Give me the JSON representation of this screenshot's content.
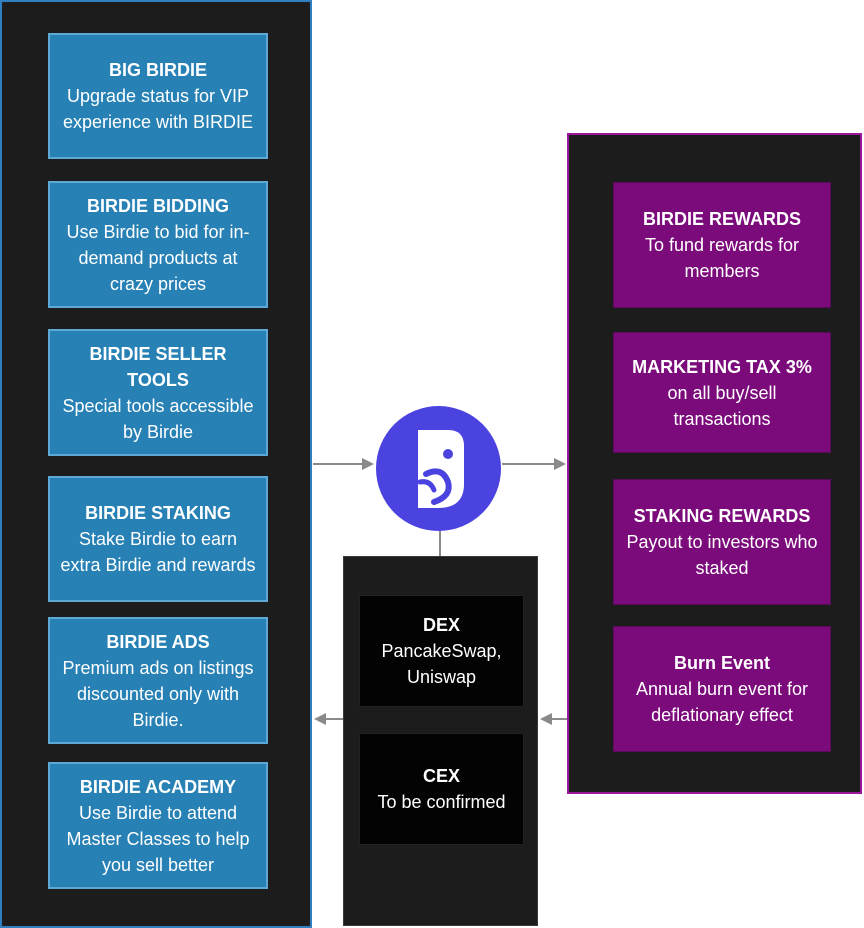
{
  "use_cases": [
    {
      "title": "BIG BIRDIE",
      "desc": "Upgrade status for VIP experience with BIRDIE"
    },
    {
      "title": "BIRDIE BIDDING",
      "desc": "Use Birdie to bid for in-demand products at crazy prices"
    },
    {
      "title": "BIRDIE SELLER TOOLS",
      "desc": "Special tools accessible by Birdie"
    },
    {
      "title": "BIRDIE STAKING",
      "desc": "Stake Birdie to earn extra Birdie and rewards"
    },
    {
      "title": "BIRDIE ADS",
      "desc": "Premium ads on listings discounted only with Birdie."
    },
    {
      "title": "BIRDIE ACADEMY",
      "desc": "Use Birdie to attend Master Classes to help you sell better"
    }
  ],
  "allocations": [
    {
      "title": "BIRDIE REWARDS",
      "desc": "To fund rewards for members"
    },
    {
      "title": "MARKETING TAX 3%",
      "desc": "on all buy/sell transactions"
    },
    {
      "title": "STAKING REWARDS",
      "desc": "Payout to investors who staked"
    },
    {
      "title": "Burn Event",
      "desc": "Annual burn event for deflationary effect"
    }
  ],
  "exchanges": [
    {
      "title": "DEX",
      "desc": "PancakeSwap, Uniswap"
    },
    {
      "title": "CEX",
      "desc": "To be confirmed"
    }
  ],
  "logo": {
    "icon": "birdie-logo-icon",
    "color": "#4b43e0"
  },
  "colors": {
    "blue": "#2781b5",
    "purple": "#7b0a7b",
    "black": "#030303"
  }
}
